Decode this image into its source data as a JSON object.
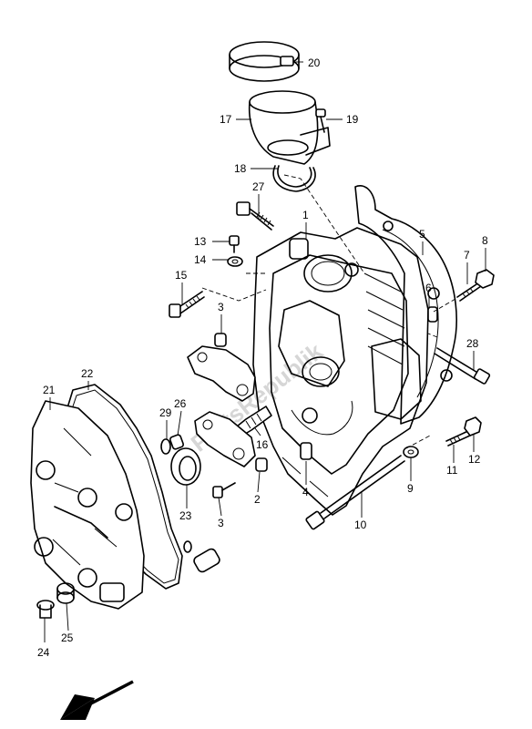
{
  "watermark": "PartsRepublik",
  "callouts": [
    {
      "id": "c1",
      "label": "1"
    },
    {
      "id": "c2",
      "label": "2"
    },
    {
      "id": "c3a",
      "label": "3"
    },
    {
      "id": "c3b",
      "label": "3"
    },
    {
      "id": "c4",
      "label": "4"
    },
    {
      "id": "c5",
      "label": "5"
    },
    {
      "id": "c6",
      "label": "6"
    },
    {
      "id": "c7",
      "label": "7"
    },
    {
      "id": "c8",
      "label": "8"
    },
    {
      "id": "c9",
      "label": "9"
    },
    {
      "id": "c10",
      "label": "10"
    },
    {
      "id": "c11",
      "label": "11"
    },
    {
      "id": "c12",
      "label": "12"
    },
    {
      "id": "c13",
      "label": "13"
    },
    {
      "id": "c14",
      "label": "14"
    },
    {
      "id": "c15",
      "label": "15"
    },
    {
      "id": "c16",
      "label": "16"
    },
    {
      "id": "c17",
      "label": "17"
    },
    {
      "id": "c18",
      "label": "18"
    },
    {
      "id": "c19",
      "label": "19"
    },
    {
      "id": "c20",
      "label": "20"
    },
    {
      "id": "c21",
      "label": "21"
    },
    {
      "id": "c22",
      "label": "22"
    },
    {
      "id": "c23",
      "label": "23"
    },
    {
      "id": "c24",
      "label": "24"
    },
    {
      "id": "c25",
      "label": "25"
    },
    {
      "id": "c26",
      "label": "26"
    },
    {
      "id": "c27",
      "label": "27"
    },
    {
      "id": "c28",
      "label": "28"
    },
    {
      "id": "c29",
      "label": "29"
    }
  ]
}
